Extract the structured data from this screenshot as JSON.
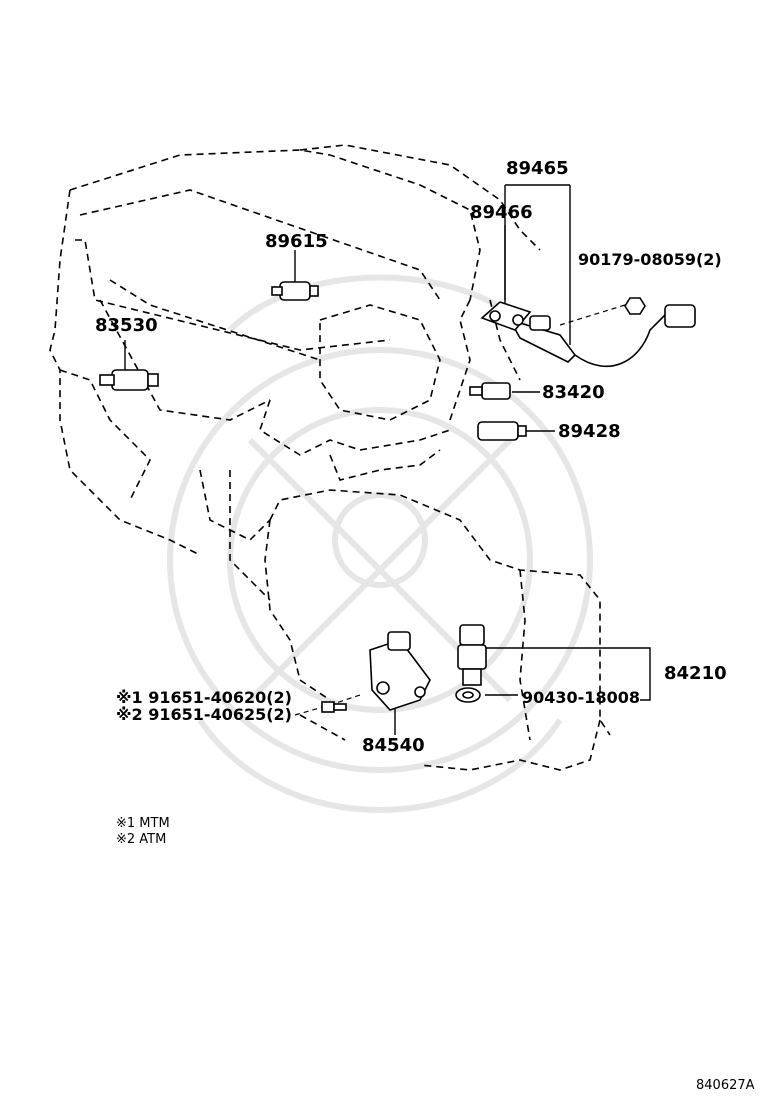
{
  "parts": {
    "p89465": "89465",
    "p89466": "89466",
    "p90179": "90179-08059(2)",
    "p89615": "89615",
    "p83530": "83530",
    "p83420": "83420",
    "p89428": "89428",
    "p84210": "84210",
    "p90430": "90430-18008",
    "p91651a": "※1 91651-40620(2)",
    "p91651b": "※2 91651-40625(2)",
    "p84540": "84540"
  },
  "notes": {
    "mtm": "※1 MTM",
    "atm": "※2 ATM"
  },
  "diagram_code": "840627A",
  "colors": {
    "ink": "#000000",
    "watermark": "#e6e6e6"
  }
}
